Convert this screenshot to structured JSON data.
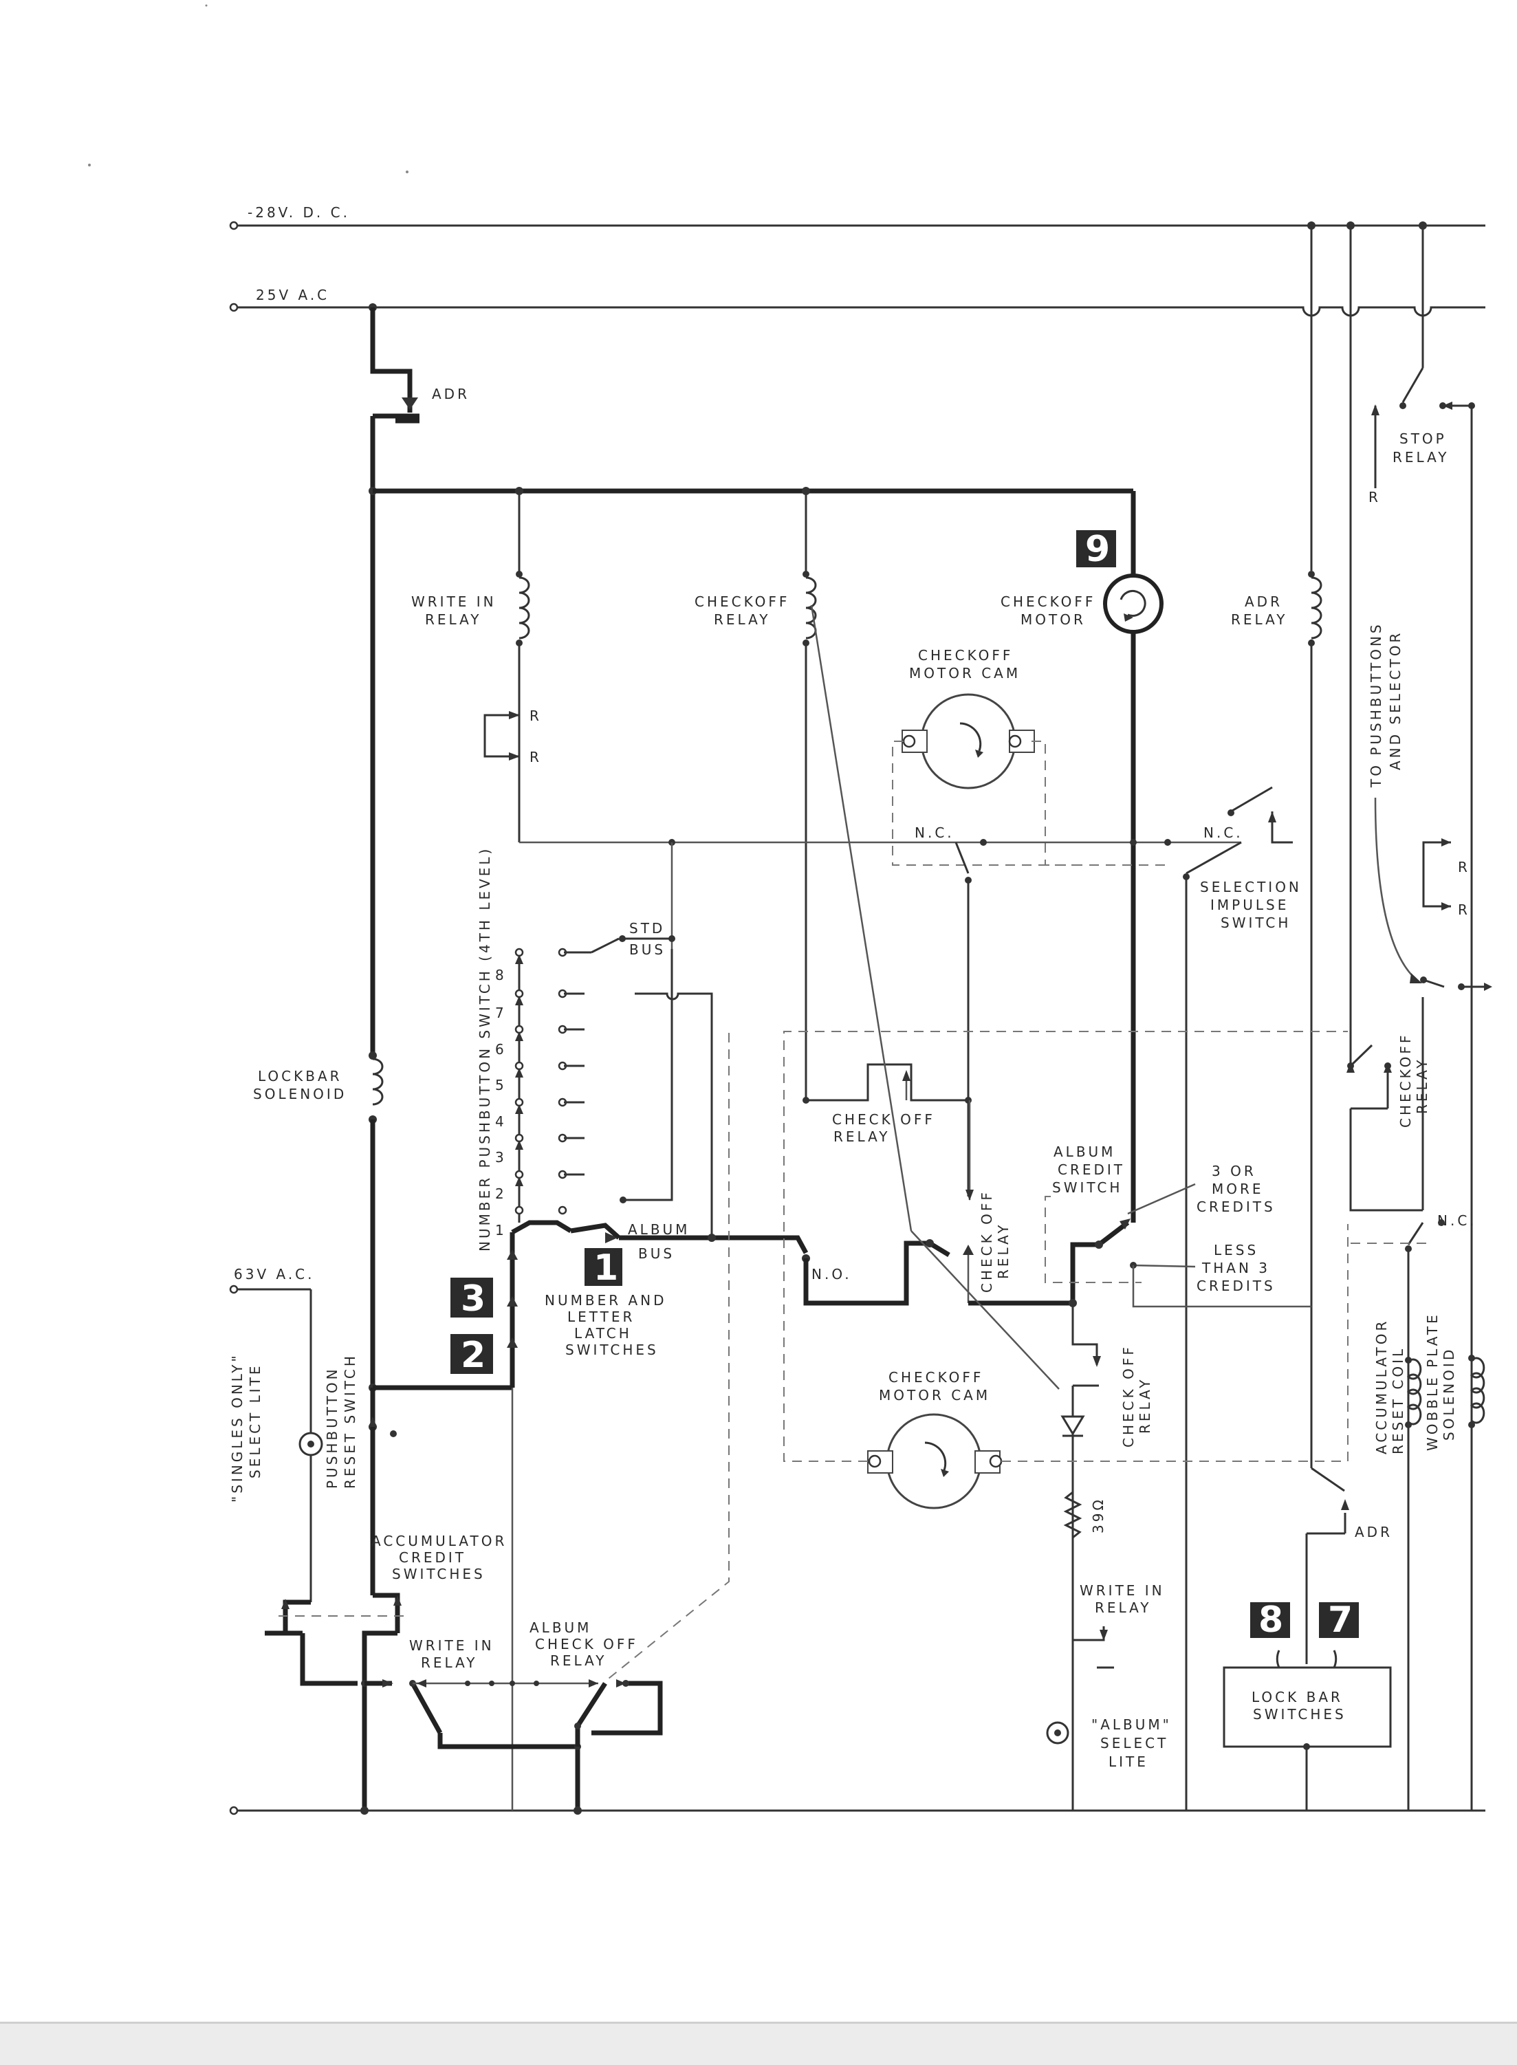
{
  "rails": {
    "dc": "-28V. D. C.",
    "ac": "25V A.C",
    "ac63": "63V A.C."
  },
  "relays": {
    "adr": "ADR",
    "write_in_relay": [
      "WRITE IN",
      "RELAY"
    ],
    "checkoff_relay": [
      "CHECKOFF",
      "RELAY"
    ],
    "checkoff_motor": [
      "CHECKOFF",
      "MOTOR"
    ],
    "adr_relay": [
      "ADR",
      "RELAY"
    ],
    "stop_relay": [
      "STOP",
      "RELAY"
    ],
    "checkoff_motor_cam_top": [
      "CHECKOFF",
      "MOTOR CAM"
    ],
    "checkoff_motor_cam_bottom": [
      "CHECKOFF",
      "MOTOR CAM"
    ],
    "lockbar_solenoid": [
      "LOCKBAR",
      "SOLENOID"
    ],
    "check_off_relay_mid": [
      "CHECK OFF",
      "RELAY"
    ],
    "check_off_relay_vertical_1": [
      "CHECK OFF",
      "RELAY"
    ],
    "check_off_relay_vertical_2": [
      "CHECK OFF",
      "RELAY"
    ],
    "checkoff_relay_right": [
      "CHECKOFF",
      "RELAY"
    ],
    "write_in_relay_bottom": [
      "WRITE IN",
      "RELAY"
    ],
    "write_in_relay_lower_left": [
      "WRITE IN",
      "RELAY"
    ],
    "album_check_off_relay": [
      "ALBUM",
      "CHECK OFF",
      "RELAY"
    ],
    "accumulator_reset_coil": [
      "ACCUMULATOR",
      "RESET COIL"
    ],
    "wobble_plate_solenoid": [
      "WOBBLE PLATE",
      "SOLENOID"
    ]
  },
  "switches": {
    "number_pushbutton": "NUMBER PUSHBUTTON SWITCH (4TH LEVEL)",
    "number_letter_latch": [
      "NUMBER AND",
      "LETTER",
      "LATCH",
      "SWITCHES"
    ],
    "album_credit": [
      "ALBUM",
      "CREDIT",
      "SWITCH"
    ],
    "selection_impulse": [
      "SELECTION",
      "IMPULSE",
      "SWITCH"
    ],
    "pushbutton_reset": [
      "PUSHBUTTON",
      "RESET SWITCH"
    ],
    "accumulator_credit": [
      "ACCUMULATOR",
      "CREDIT",
      "SWITCHES"
    ],
    "lock_bar": [
      "LOCK BAR",
      "SWITCHES"
    ]
  },
  "labels": {
    "std_bus": "STD",
    "bus": "BUS",
    "album_bus": [
      "ALBUM",
      "BUS"
    ],
    "nc": "N.C.",
    "no": "N.O.",
    "r": "R",
    "three_or_more": [
      "3 OR",
      "MORE",
      "CREDITS"
    ],
    "less_than_three": [
      "LESS",
      "THAN 3",
      "CREDITS"
    ],
    "resistor": "39Ω",
    "singles_only": [
      "\"SINGLES ONLY\"",
      "SELECT LITE"
    ],
    "album_select": [
      "\"ALBUM\"",
      "SELECT",
      "LITE"
    ],
    "to_pushbuttons": [
      "TO PUSHBUTTONS",
      "AND SELECTOR"
    ],
    "adr_lower": "ADR",
    "pushbutton_numbers": [
      "1",
      "2",
      "3",
      "4",
      "5",
      "6",
      "7",
      "8"
    ]
  },
  "badges": [
    "1",
    "2",
    "3",
    "7",
    "8",
    "9"
  ]
}
